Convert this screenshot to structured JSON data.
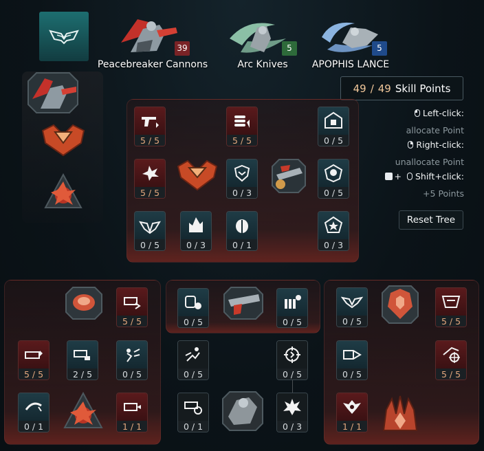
{
  "tabs": [
    {
      "name": "Peacebreaker Cannons",
      "count": "39",
      "count_color": "#7a2326"
    },
    {
      "name": "Arc Knives",
      "count": "5",
      "count_color": "#2e6a3a"
    },
    {
      "name": "APOPHIS LANCE",
      "count": "5",
      "count_color": "#1f4a8a"
    }
  ],
  "skill_points": {
    "current": "49",
    "separator": "/",
    "total": "49",
    "label": "Skill Points"
  },
  "hints": {
    "left_click": "Left-click:",
    "allocate": "allocate Point",
    "right_click": "Right-click:",
    "unallocate": "unallocate Point",
    "shift_prefix": "+",
    "shift_click": "Shift+click:",
    "plus_five": "+5 Points"
  },
  "reset_label": "Reset Tree",
  "trees": {
    "top": [
      {
        "value": "5 / 5",
        "style": "red",
        "icon": "pistol-icon"
      },
      {
        "value": "5 / 5",
        "style": "red",
        "icon": "bullets-icon"
      },
      {
        "value": "0 / 5",
        "style": "teal",
        "icon": "shield-house-icon"
      },
      {
        "value": "5 / 5",
        "style": "red",
        "icon": "impact-icon"
      },
      {
        "value": "0 / 3",
        "style": "teal",
        "icon": "shield-icon"
      },
      {
        "value": "0 / 5",
        "style": "teal",
        "icon": "skull-shield-icon"
      },
      {
        "value": "0 / 5",
        "style": "teal",
        "icon": "wings-shield-icon"
      },
      {
        "value": "0 / 3",
        "style": "teal",
        "icon": "flame-icon"
      },
      {
        "value": "0 / 1",
        "style": "teal",
        "icon": "beetle-icon"
      },
      {
        "value": "0 / 3",
        "style": "teal",
        "icon": "star-badge-icon"
      }
    ],
    "left": [
      {
        "value": "5 / 5",
        "style": "red",
        "icon": "gun-chevron-icon"
      },
      {
        "value": "5 / 5",
        "style": "red",
        "icon": "gun-upgrade-icon"
      },
      {
        "value": "2 / 5",
        "style": "teal",
        "icon": "gun-swap-icon"
      },
      {
        "value": "0 / 5",
        "style": "teal",
        "icon": "dash-strike-icon"
      },
      {
        "value": "0 / 1",
        "style": "teal",
        "icon": "slash-icon"
      },
      {
        "value": "1 / 1",
        "style": "red",
        "icon": "gun-fire-icon"
      }
    ],
    "middle": [
      {
        "value": "0 / 5",
        "style": "teal",
        "icon": "grenade-icon"
      },
      {
        "value": "0 / 5",
        "style": "teal",
        "icon": "ammo-hazard-icon"
      },
      {
        "value": "0 / 5",
        "style": "teal",
        "icon": "sprint-icon"
      },
      {
        "value": "0 / 5",
        "style": "teal",
        "icon": "crosshair-icon"
      },
      {
        "value": "0 / 1",
        "style": "teal",
        "icon": "gun-target-icon"
      },
      {
        "value": "0 / 3",
        "style": "teal",
        "icon": "explosion-icon"
      }
    ],
    "right": [
      {
        "value": "0 / 5",
        "style": "teal",
        "icon": "wing-emblem-icon"
      },
      {
        "value": "5 / 5",
        "style": "red",
        "icon": "frame-emblem-icon"
      },
      {
        "value": "0 / 5",
        "style": "teal",
        "icon": "blade-icon"
      },
      {
        "value": "5 / 5",
        "style": "red",
        "icon": "crosshair-kill-icon"
      },
      {
        "value": "1 / 1",
        "style": "red",
        "icon": "skull-wings-icon"
      }
    ]
  }
}
